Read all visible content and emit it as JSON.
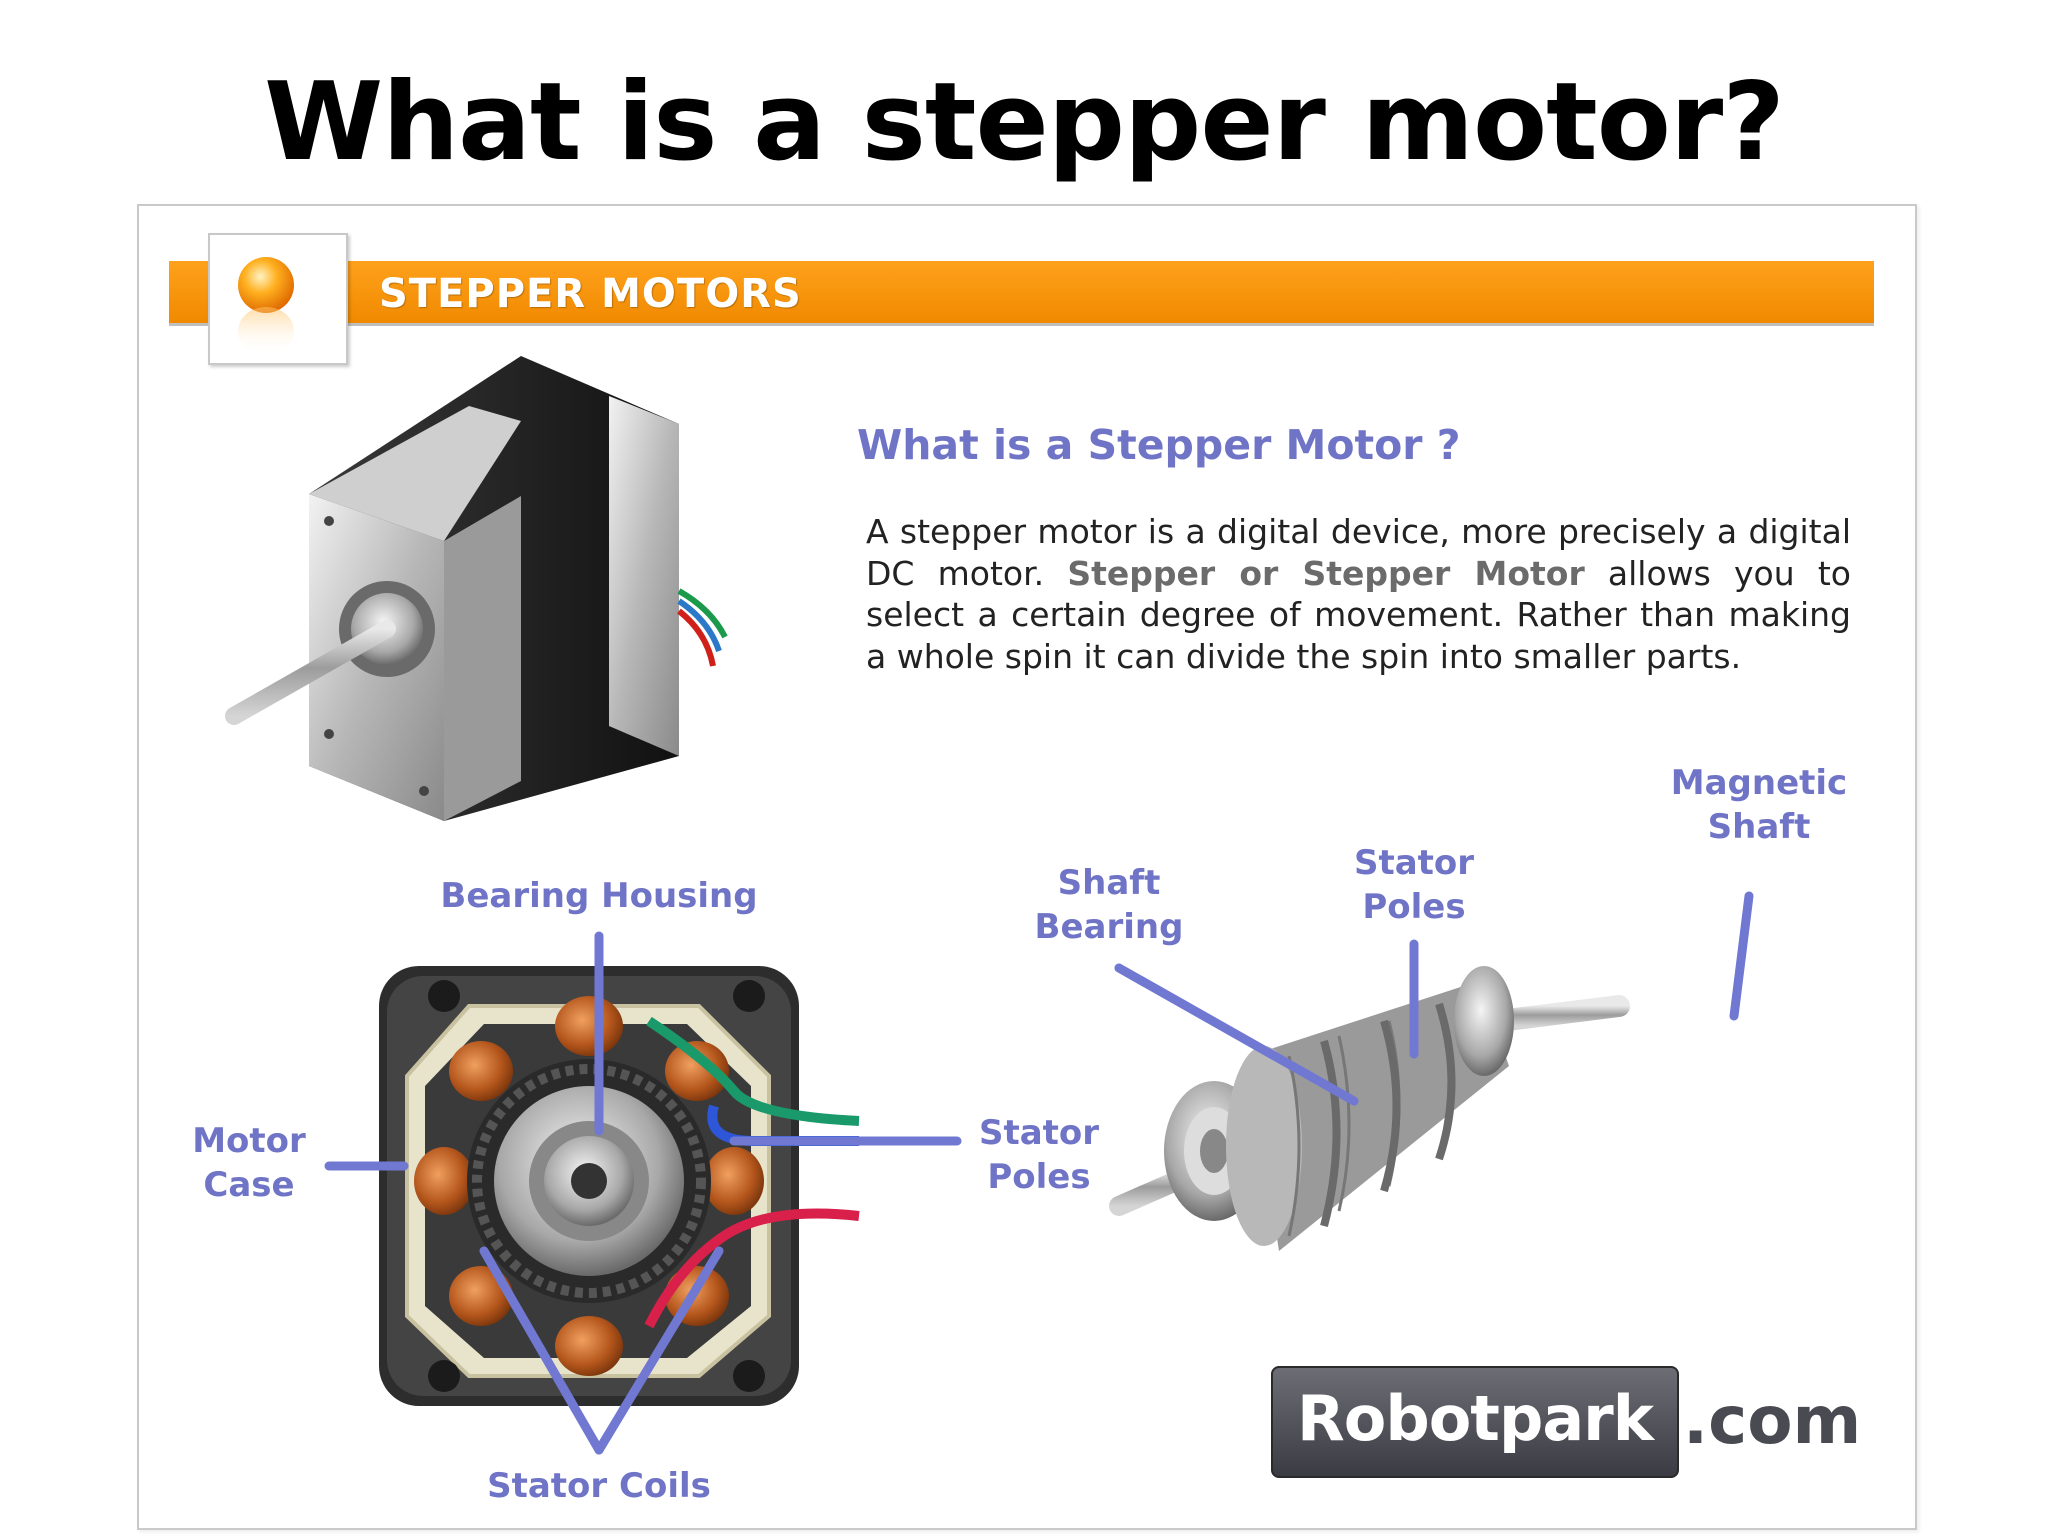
{
  "slide": {
    "title": "What is a stepper motor?"
  },
  "banner": {
    "title": "STEPPER MOTORS"
  },
  "content": {
    "heading": "What is a Stepper Motor ?",
    "paragraph_before": "A stepper motor is a digital device, more precisely a digital DC motor. ",
    "paragraph_bold": "Stepper or Stepper Motor",
    "paragraph_after": " allows you to select a certain degree of movement. Rather than making a whole spin it can divide the spin into smaller parts."
  },
  "labels": {
    "bearing_housing": "Bearing Housing",
    "motor_case_1": "Motor",
    "motor_case_2": "Case",
    "stator_poles_left_1": "Stator",
    "stator_poles_left_2": "Poles",
    "stator_coils": "Stator Coils",
    "shaft_bearing_1": "Shaft",
    "shaft_bearing_2": "Bearing",
    "stator_poles_right_1": "Stator",
    "stator_poles_right_2": "Poles",
    "magnetic_shaft_1": "Magnetic",
    "magnetic_shaft_2": "Shaft"
  },
  "logo": {
    "name": "Robotpark",
    "domain": ".com"
  },
  "colors": {
    "accent_orange": "#f5930f",
    "label_blue": "#6f74c6",
    "text": "#222222"
  }
}
